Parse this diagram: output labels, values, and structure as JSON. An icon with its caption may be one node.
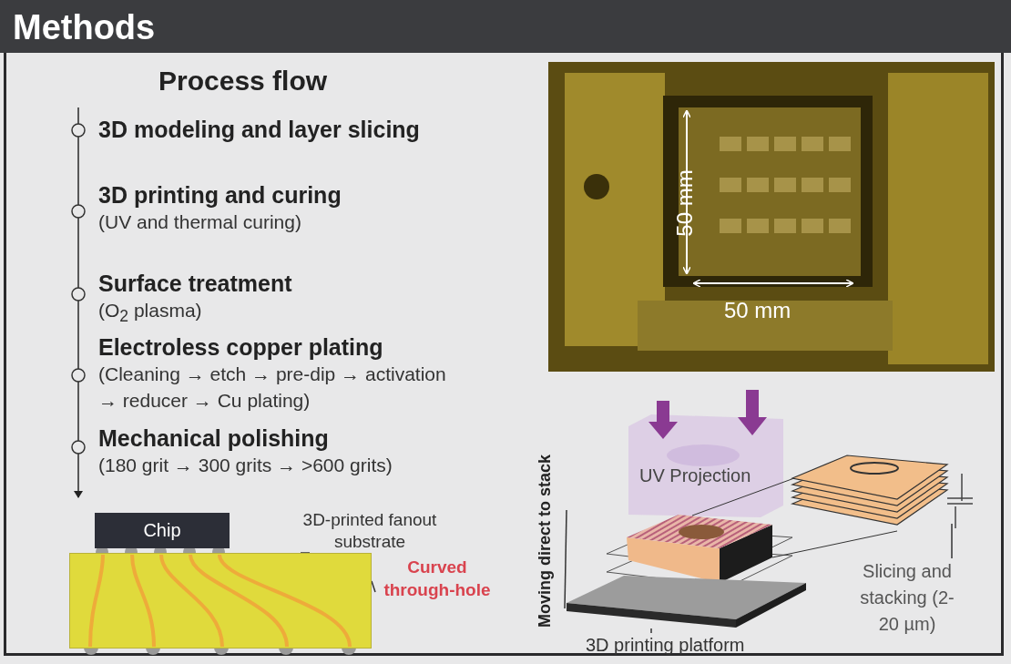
{
  "diagram": {
    "title": "Methods",
    "nodes": [
      {
        "text": [
          "3D modeling and layer slicing"
        ]
      },
      {
        "text": [
          "3D printing and curing",
          "(UV and thermal curing)"
        ]
      },
      {
        "text": [
          "Surface treatment",
          "(O$_{2}$ plasma)"
        ]
      },
      {
        "text": [
          "Electroless copper plating",
          "(Cleaning → etch → pre-dip → activation → reducer → Cu plating)"
        ]
      },
      {
        "text": [
          "Mechanical polishing",
          "(180 grit → 300 grits → >600 grits)"
        ]
      },
      {
        "text": [
          "Chip"
        ]
      },
      {
        "text": [],
        "shape": "box"
      },
      {
        "text": [
          "3D-printed fanout substrate"
        ]
      },
      {
        "text": [
          "Curved through-hole"
        ]
      },
      {
        "text": [
          "3D printing platform"
        ]
      },
      {
        "text": [
          "Slicing and stacking (2-20 µm)"
        ]
      },
      {
        "text": [],
        "shape": "box"
      }
    ],
    "edges": [
      {
        "from": 7,
        "to": 6,
        "arrow": "none"
      },
      {
        "from": 8,
        "to": 6,
        "arrow": "none"
      },
      {
        "from": 10,
        "to": null,
        "arrow": "none"
      },
      {
        "from": 9,
        "to": 11,
        "arrow": "none"
      }
    ],
    "labels": [
      "Process flow",
      "50 mm",
      "50 mm",
      "UV Projection",
      "Moving direct to stack"
    ]
  }
}
